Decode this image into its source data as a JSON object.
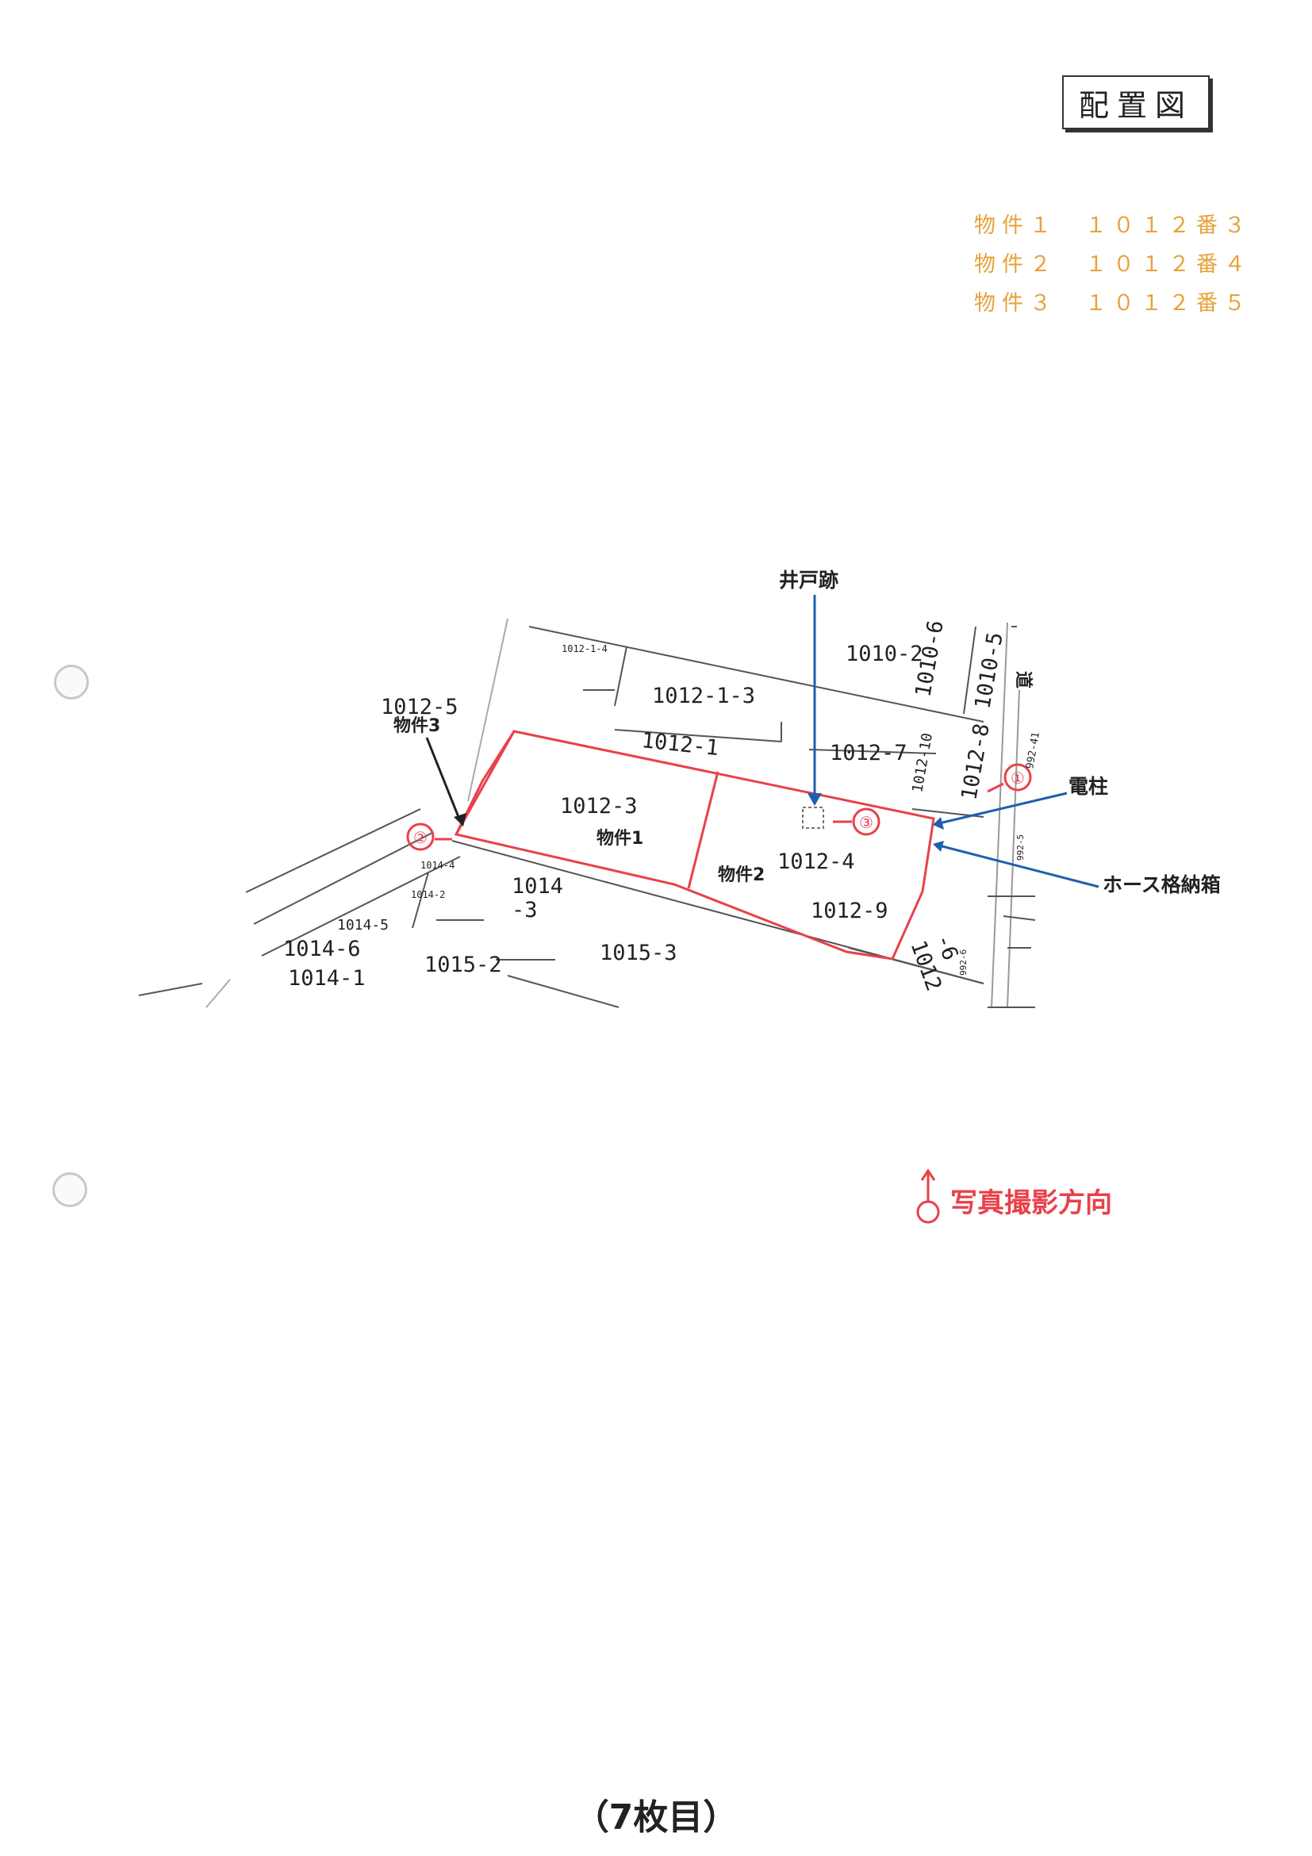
{
  "title": "配置図",
  "legend": [
    "物件１　１０１２番３",
    "物件２　１０１２番４",
    "物件３　１０１２番５"
  ],
  "labels": {
    "well": "井戸跡",
    "pole": "電柱",
    "hose": "ホース格納箱",
    "property1": "物件1",
    "property2": "物件2",
    "property3": "物件3",
    "road": "道",
    "photo_direction": "写真撮影方向"
  },
  "parcels": {
    "p1": "1012-3",
    "p2": "1012-4",
    "p3": "1012-5",
    "p4": "1012-1",
    "p5": "1012-1-3",
    "p6": "1012-7",
    "p7": "1012-9",
    "p8": "1010-2",
    "p9": "1010-6",
    "p10": "1010-5",
    "p11": "1012-10",
    "p12": "1012-8",
    "p13a": "1012",
    "p13b": "-6",
    "p14a": "1014",
    "p14b": "-3",
    "p15": "1014-5",
    "p16": "1014-6",
    "p17": "1014-1",
    "p18": "1015-2",
    "p19": "1015-3",
    "p20": "1014-2",
    "p21": "992-41",
    "p22": "992-5",
    "p23": "992-6",
    "p24": "1014-4",
    "p25": "1012-1-4"
  },
  "markers": [
    "①",
    "②",
    "③"
  ],
  "page_count": "（7枚目）",
  "colors": {
    "boundary": "#e8414b",
    "arrow_blue": "#1f5fae",
    "legend": "#e8a13a"
  }
}
